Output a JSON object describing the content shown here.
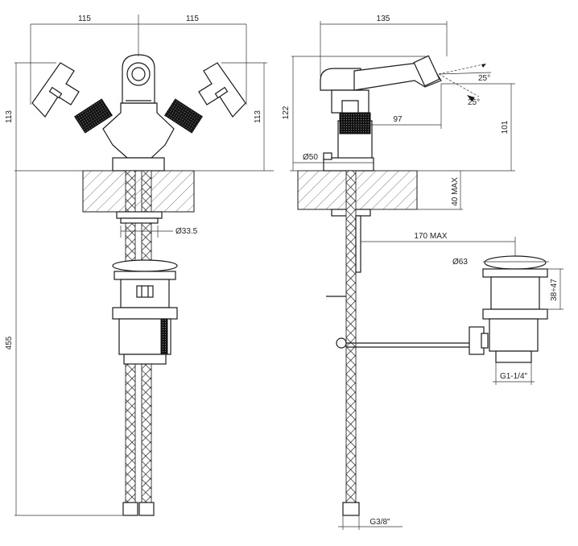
{
  "dimensions": {
    "front_width_left": "115",
    "front_width_right": "115",
    "front_height_left": "113",
    "front_height_right": "113",
    "total_height": "455",
    "hole_diameter": "Ø33.5",
    "side_width": "135",
    "side_height": "122",
    "spout_height": "101",
    "spout_reach": "97",
    "base_diameter": "Ø50",
    "deck_max": "40 MAX",
    "waste_reach": "170 MAX",
    "plug_diameter": "Ø63",
    "waste_height": "38÷47",
    "waste_thread": "G1-1/4\"",
    "hose_thread": "G3/8\"",
    "spray_angle_up": "25°",
    "spray_angle_down": "25°"
  },
  "colors": {
    "line": "#1a1a1a",
    "hatch": "#555555",
    "background": "#ffffff"
  }
}
